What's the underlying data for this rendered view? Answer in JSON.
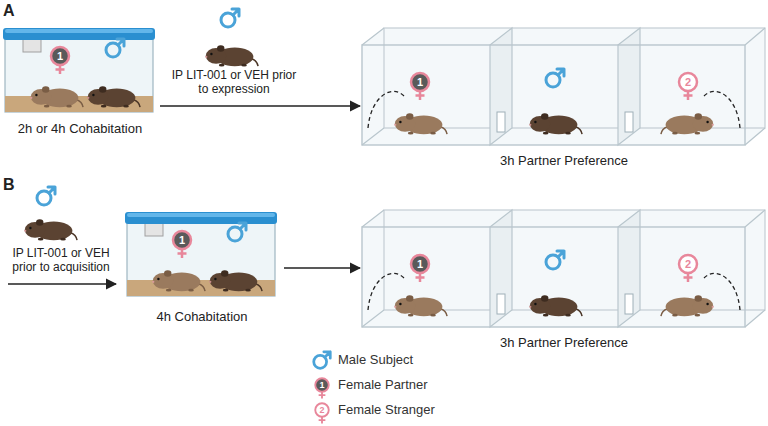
{
  "diagram": {
    "nodes": [
      {
        "text": [
          "2h or 4h Cohabitation"
        ]
      },
      {
        "text": [
          "3h Partner Preference"
        ]
      },
      {
        "text": [
          "4h Cohabitation"
        ]
      },
      {
        "text": [
          "3h Partner Preference"
        ]
      }
    ],
    "edges": [
      {
        "from": 0,
        "to": 1,
        "arrow": "to",
        "label": "IP LIT-001 or VEH prior to expression"
      },
      {
        "from": 2,
        "to": 3,
        "arrow": "to"
      }
    ],
    "labels": [
      "A",
      "1",
      "1",
      "2",
      "B",
      "IP LIT-001 or VEH prior to acquisition",
      "1",
      "1",
      "2",
      "1",
      "2"
    ],
    "legend": [
      {
        "text": "Male Subject"
      },
      {
        "text": "Female Partner"
      },
      {
        "text": "Female Stranger"
      }
    ]
  }
}
